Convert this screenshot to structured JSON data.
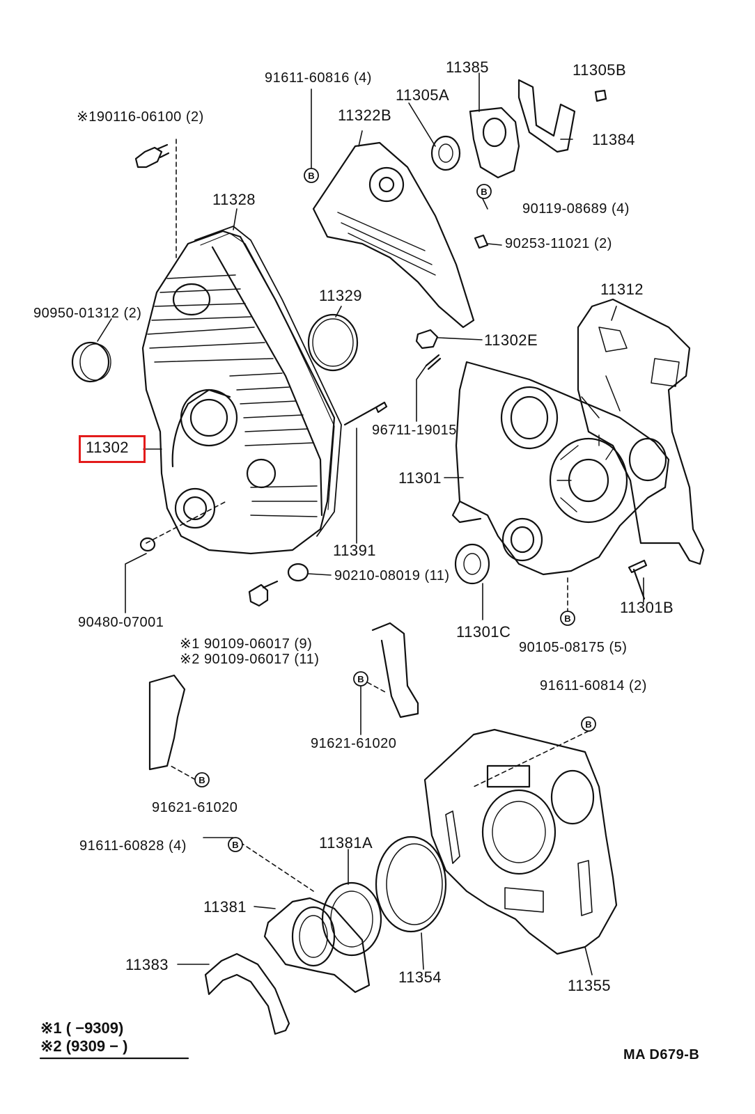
{
  "parts": {
    "p190116": "※190116-06100 (2)",
    "p91611_60816": "91611-60816 (4)",
    "p11385": "11385",
    "p11305B": "11305B",
    "p11322B": "11322B",
    "p11305A": "11305A",
    "p11384": "11384",
    "p90119": "90119-08689 (4)",
    "p90253": "90253-11021 (2)",
    "p11328": "11328",
    "p11329": "11329",
    "p11312": "11312",
    "p90950": "90950-01312 (2)",
    "p11302E": "11302E",
    "p96711": "96711-19015",
    "p11302": "11302",
    "p11301": "11301",
    "p11391": "11391",
    "p90210": "90210-08019 (11)",
    "p11301B": "11301B",
    "p90480": "90480-07001",
    "p11301C": "11301C",
    "p90105": "90105-08175 (5)",
    "p90109_1": "※1 90109-06017 (9)",
    "p90109_2": "※2 90109-06017 (11)",
    "p91611_60814": "91611-60814 (2)",
    "p91621_a": "91621-61020",
    "p91621_b": "91621-61020",
    "p91611_60828": "91611-60828 (4)",
    "p11381A": "11381A",
    "p11381": "11381",
    "p11383": "11383",
    "p11354": "11354",
    "p11355": "11355"
  },
  "bolt_marker": "B",
  "highlighted_part": "11302",
  "footnotes": {
    "n1": "※1 (        −9309)",
    "n2": "※2 (9309 −         )"
  },
  "diagram_code": "MA D679-B",
  "colors": {
    "line": "#111111",
    "highlight": "#e31b1b",
    "background": "#ffffff"
  }
}
